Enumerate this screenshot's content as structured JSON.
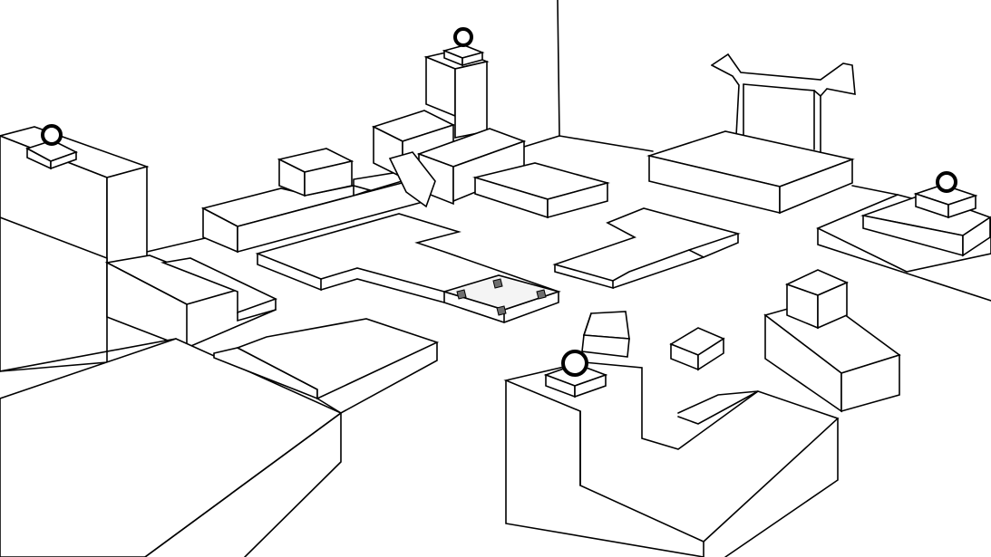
{
  "scene": {
    "name": "isometric-level-line-drawing",
    "style": "black outline on white",
    "colors": {
      "background": "#ffffff",
      "line": "#000000",
      "pressure_plate_mark": "#6e6e6e"
    },
    "objects": [
      "floor",
      "back-wall-corner",
      "torii-gate",
      "pressure-plate",
      "button-pedestal-left",
      "button-pedestal-top",
      "button-pedestal-right",
      "button-pedestal-front"
    ],
    "pressure_plate_marks": 4,
    "button_count": 4
  }
}
